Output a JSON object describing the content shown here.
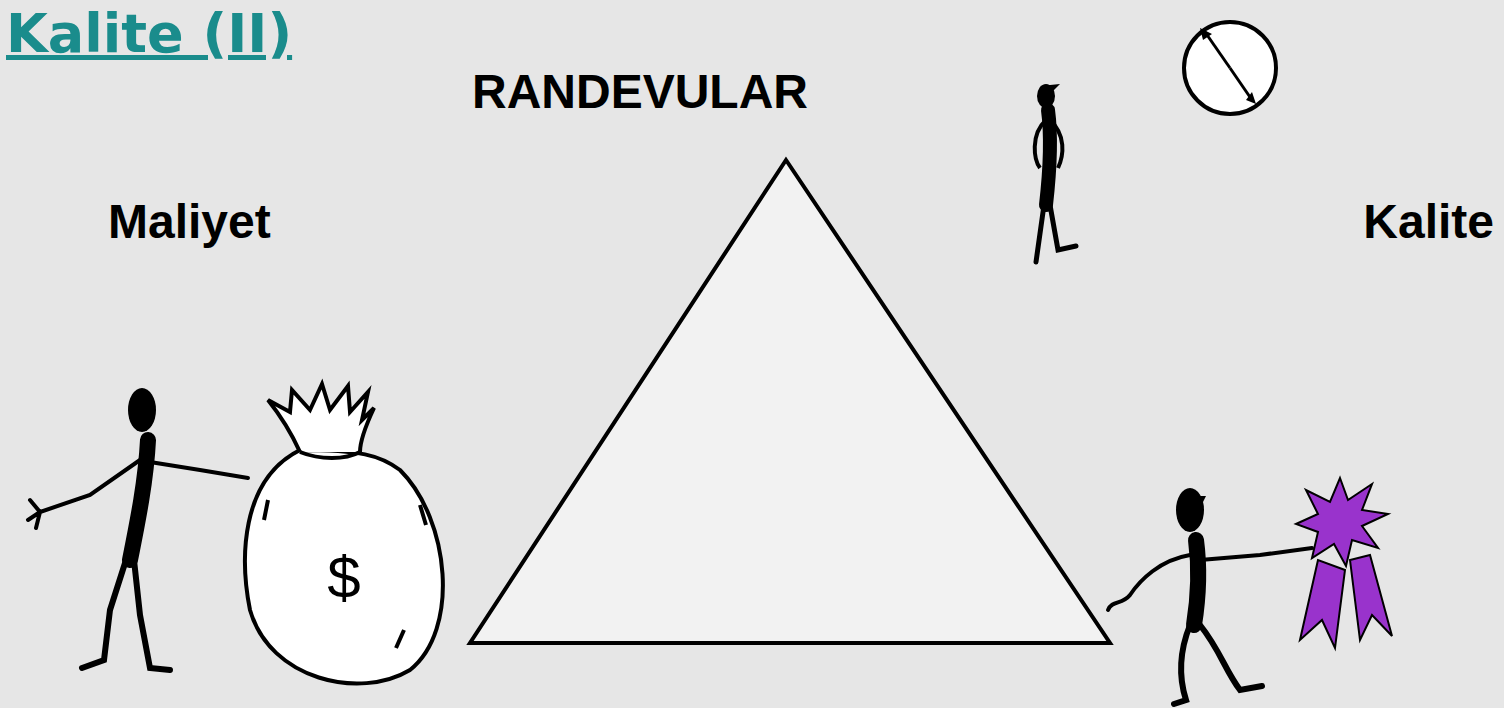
{
  "diagram": {
    "title": "Kalite (II)",
    "labels": [
      "RANDEVULAR",
      "Maliyet",
      "Kalite",
      "$"
    ]
  }
}
